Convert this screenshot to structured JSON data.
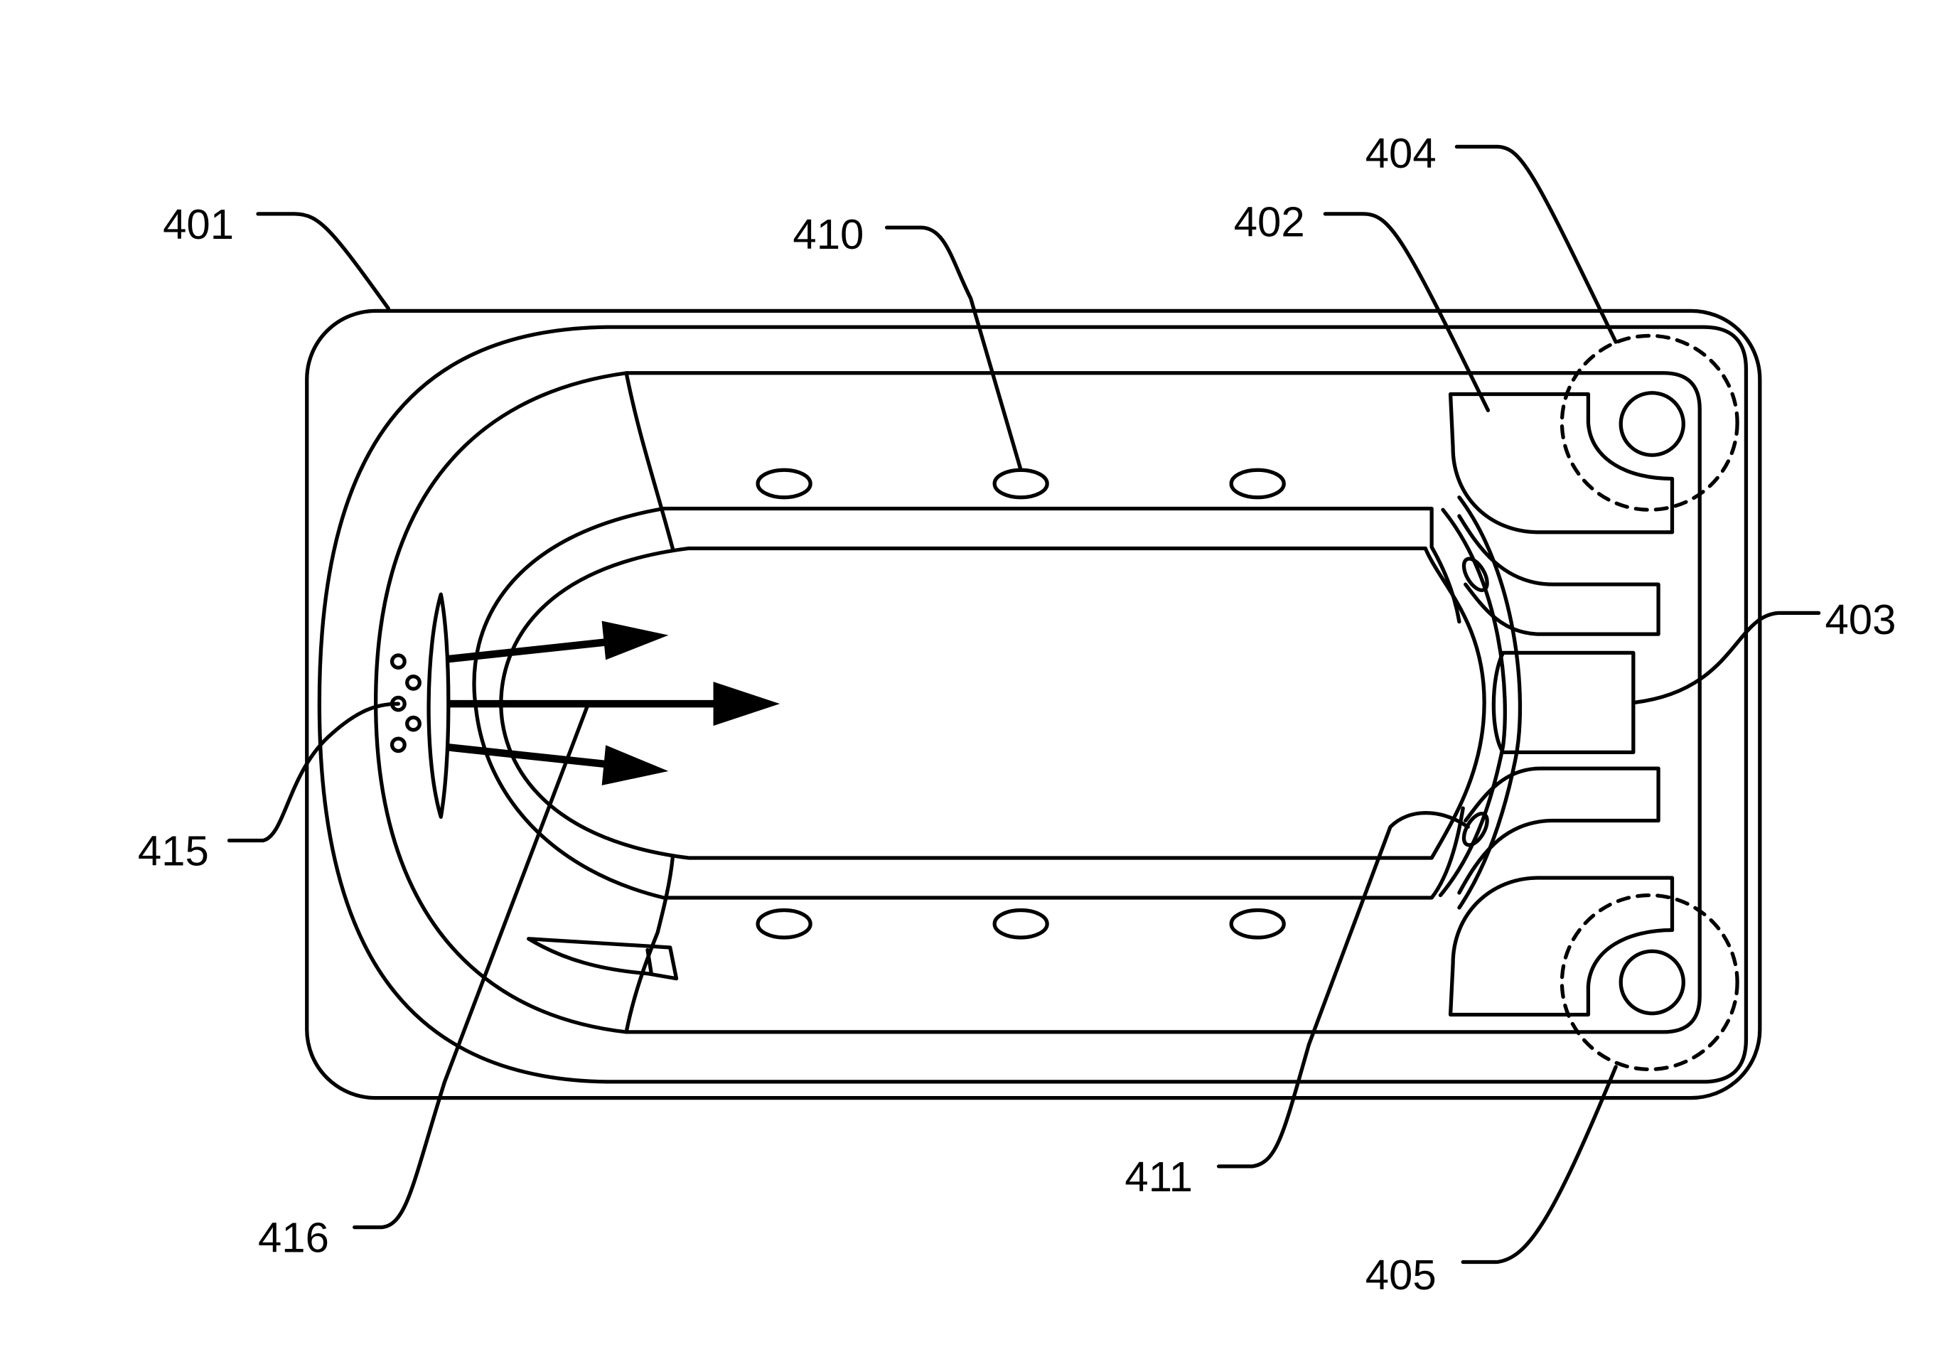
{
  "figure": {
    "labels": {
      "l401": "401",
      "l402": "402",
      "l403": "403",
      "l404": "404",
      "l405": "405",
      "l410": "410",
      "l411": "411",
      "l415": "415",
      "l416": "416"
    },
    "line_color": "#000000",
    "background": "#ffffff"
  }
}
